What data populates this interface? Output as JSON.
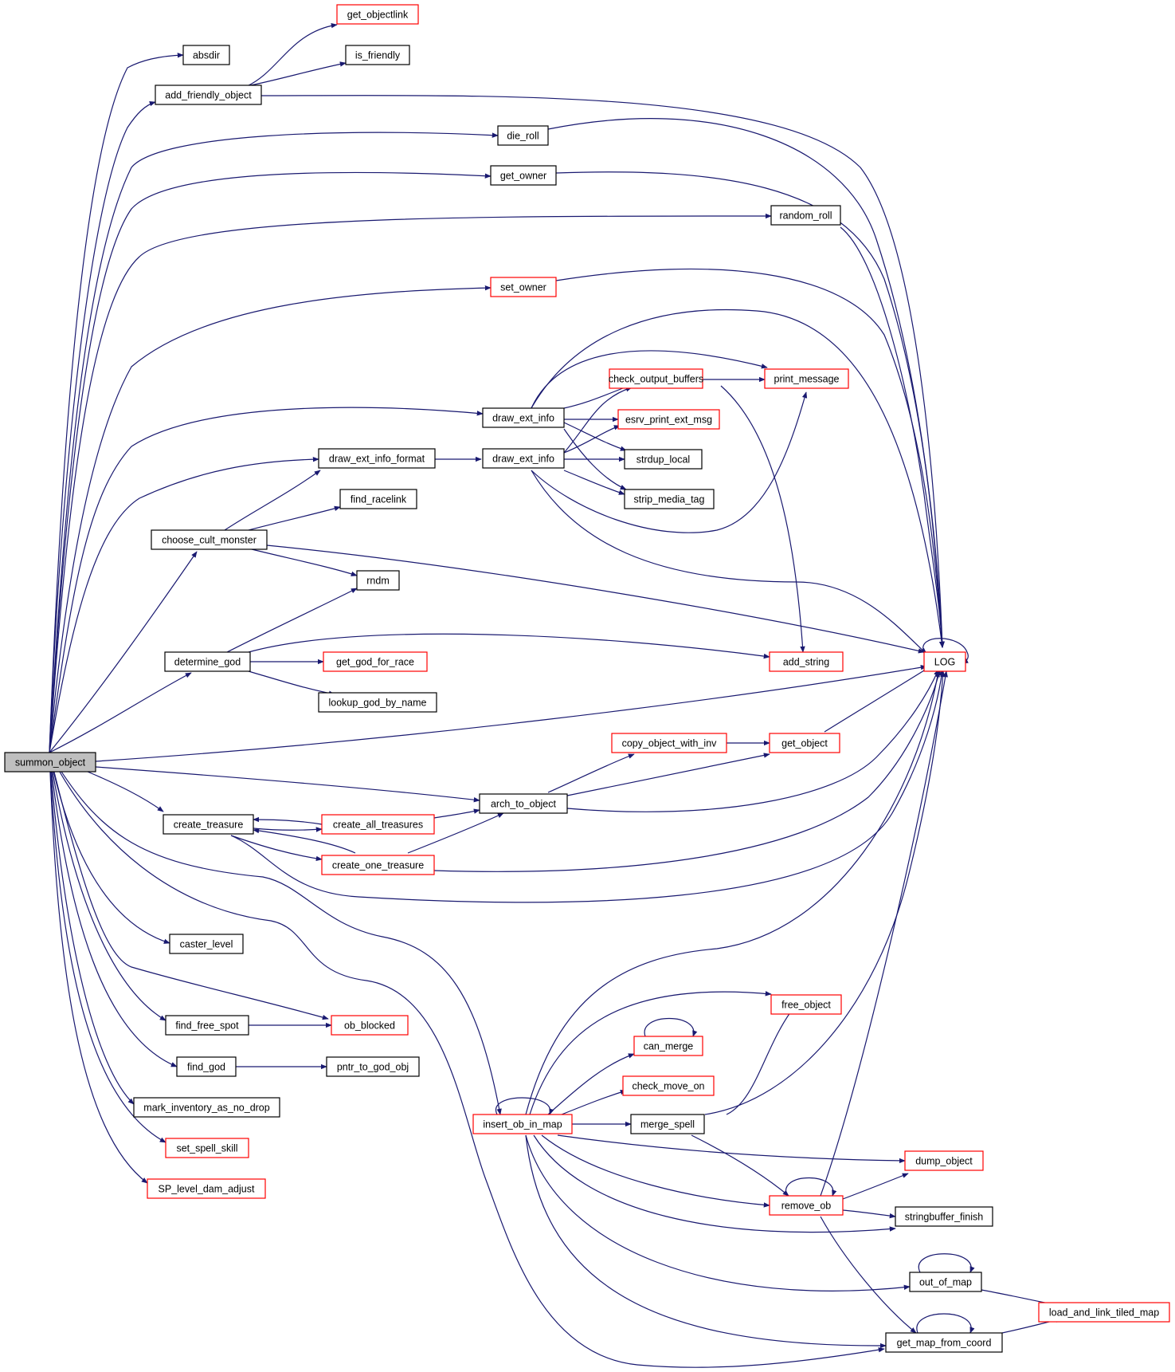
{
  "diagram": {
    "type": "call-graph",
    "root": "summon_object",
    "colors": {
      "edge": "#191970",
      "border_default": "#000000",
      "border_incomplete": "#ff0000",
      "root_fill": "#bfbfbf",
      "node_fill": "#ffffff"
    },
    "nodes": [
      {
        "id": "summon_object",
        "label": "summon_object",
        "style": "root"
      },
      {
        "id": "absdir",
        "label": "absdir",
        "style": "normal"
      },
      {
        "id": "add_friendly_object",
        "label": "add_friendly_object",
        "style": "normal"
      },
      {
        "id": "get_objectlink",
        "label": "get_objectlink",
        "style": "red"
      },
      {
        "id": "is_friendly",
        "label": "is_friendly",
        "style": "normal"
      },
      {
        "id": "die_roll",
        "label": "die_roll",
        "style": "normal"
      },
      {
        "id": "get_owner",
        "label": "get_owner",
        "style": "normal"
      },
      {
        "id": "random_roll",
        "label": "random_roll",
        "style": "normal"
      },
      {
        "id": "set_owner",
        "label": "set_owner",
        "style": "red"
      },
      {
        "id": "check_output_buffers",
        "label": "check_output_buffers",
        "style": "red"
      },
      {
        "id": "print_message",
        "label": "print_message",
        "style": "red"
      },
      {
        "id": "draw_ext_info",
        "label": "draw_ext_info",
        "style": "normal"
      },
      {
        "id": "esrv_print_ext_msg",
        "label": "esrv_print_ext_msg",
        "style": "red"
      },
      {
        "id": "draw_ext_info_format",
        "label": "draw_ext_info_format",
        "style": "normal"
      },
      {
        "id": "draw_ext_info_2",
        "label": "draw_ext_info",
        "style": "normal"
      },
      {
        "id": "strdup_local",
        "label": "strdup_local",
        "style": "normal"
      },
      {
        "id": "find_racelink",
        "label": "find_racelink",
        "style": "normal"
      },
      {
        "id": "strip_media_tag",
        "label": "strip_media_tag",
        "style": "normal"
      },
      {
        "id": "choose_cult_monster",
        "label": "choose_cult_monster",
        "style": "normal"
      },
      {
        "id": "rndm",
        "label": "rndm",
        "style": "normal"
      },
      {
        "id": "determine_god",
        "label": "determine_god",
        "style": "normal"
      },
      {
        "id": "get_god_for_race",
        "label": "get_god_for_race",
        "style": "red"
      },
      {
        "id": "add_string",
        "label": "add_string",
        "style": "red"
      },
      {
        "id": "LOG",
        "label": "LOG",
        "style": "red"
      },
      {
        "id": "lookup_god_by_name",
        "label": "lookup_god_by_name",
        "style": "normal"
      },
      {
        "id": "copy_object_with_inv",
        "label": "copy_object_with_inv",
        "style": "red"
      },
      {
        "id": "get_object",
        "label": "get_object",
        "style": "red"
      },
      {
        "id": "arch_to_object",
        "label": "arch_to_object",
        "style": "normal"
      },
      {
        "id": "create_treasure",
        "label": "create_treasure",
        "style": "normal"
      },
      {
        "id": "create_all_treasures",
        "label": "create_all_treasures",
        "style": "red"
      },
      {
        "id": "create_one_treasure",
        "label": "create_one_treasure",
        "style": "red"
      },
      {
        "id": "caster_level",
        "label": "caster_level",
        "style": "normal"
      },
      {
        "id": "free_object",
        "label": "free_object",
        "style": "red"
      },
      {
        "id": "find_free_spot",
        "label": "find_free_spot",
        "style": "normal"
      },
      {
        "id": "ob_blocked",
        "label": "ob_blocked",
        "style": "red"
      },
      {
        "id": "can_merge",
        "label": "can_merge",
        "style": "red"
      },
      {
        "id": "find_god",
        "label": "find_god",
        "style": "normal"
      },
      {
        "id": "pntr_to_god_obj",
        "label": "pntr_to_god_obj",
        "style": "normal"
      },
      {
        "id": "check_move_on",
        "label": "check_move_on",
        "style": "red"
      },
      {
        "id": "mark_inventory_as_no_drop",
        "label": "mark_inventory_as_no_drop",
        "style": "normal"
      },
      {
        "id": "insert_ob_in_map",
        "label": "insert_ob_in_map",
        "style": "red"
      },
      {
        "id": "merge_spell",
        "label": "merge_spell",
        "style": "normal"
      },
      {
        "id": "set_spell_skill",
        "label": "set_spell_skill",
        "style": "red"
      },
      {
        "id": "dump_object",
        "label": "dump_object",
        "style": "red"
      },
      {
        "id": "SP_level_dam_adjust",
        "label": "SP_level_dam_adjust",
        "style": "red"
      },
      {
        "id": "remove_ob",
        "label": "remove_ob",
        "style": "red"
      },
      {
        "id": "stringbuffer_finish",
        "label": "stringbuffer_finish",
        "style": "normal"
      },
      {
        "id": "out_of_map",
        "label": "out_of_map",
        "style": "normal"
      },
      {
        "id": "load_and_link_tiled_map",
        "label": "load_and_link_tiled_map",
        "style": "red"
      },
      {
        "id": "get_map_from_coord",
        "label": "get_map_from_coord",
        "style": "normal"
      }
    ]
  }
}
